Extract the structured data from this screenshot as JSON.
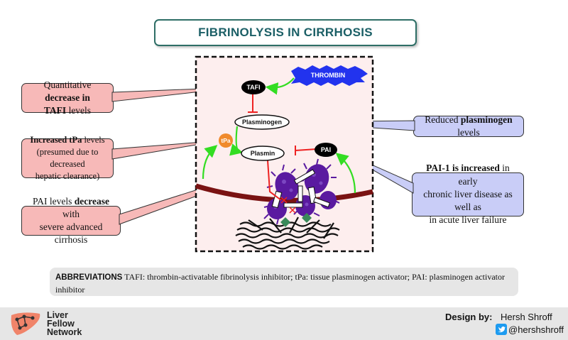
{
  "title": "FIBRINOLYSIS IN CIRRHOSIS",
  "nodes": {
    "thrombin": "THROMBIN",
    "tafi": "TAFI",
    "plasminogen": "Plasminogen",
    "tpa": "tPa",
    "plasmin": "Plasmin",
    "pai": "PAI"
  },
  "callouts": {
    "tafi_decrease": {
      "pre": "Quantitative ",
      "bold": "decrease in",
      "line2": "TAFI",
      "post": " levels"
    },
    "tpa_increase": {
      "bold": "Increased tPa",
      "post": " levels",
      "line2": "(presumed due to decreased",
      "line3": "hepatic clearance)"
    },
    "pai_decrease": {
      "pre": "PAI levels ",
      "bold": "decrease",
      "post": " with",
      "line2": "severe advanced cirrhosis"
    },
    "plasminogen_reduced": {
      "pre": "Reduced ",
      "bold": "plasminogen",
      "post": " levels"
    },
    "pai1_increase": {
      "bold": "PAI-1 is increased",
      "post": " in early",
      "line2": "chronic liver disease as well as",
      "line3": "in acute liver failure"
    }
  },
  "abbreviations": {
    "label": "ABBREVIATIONS",
    "text": " TAFI: thrombin-activatable fibrinolysis inhibitor; tPa: tissue plasminogen activator; PAI: plasminogen activator inhibitor"
  },
  "footer": {
    "logo_line1": "Liver",
    "logo_line2": "Fellow",
    "logo_line3": "Network",
    "design_label": "Design by:",
    "designer": "Hersh Shroff",
    "twitter": "@hershshroff"
  },
  "colors": {
    "activation_arrow": "#33dd22",
    "inhibition": "#ee2222",
    "thrombin": "#2233ee",
    "tpa": "#f08a2c",
    "platelet": "#5a1aa0",
    "vessel": "#7a1212",
    "diagram_bg": "#fdeeee"
  }
}
